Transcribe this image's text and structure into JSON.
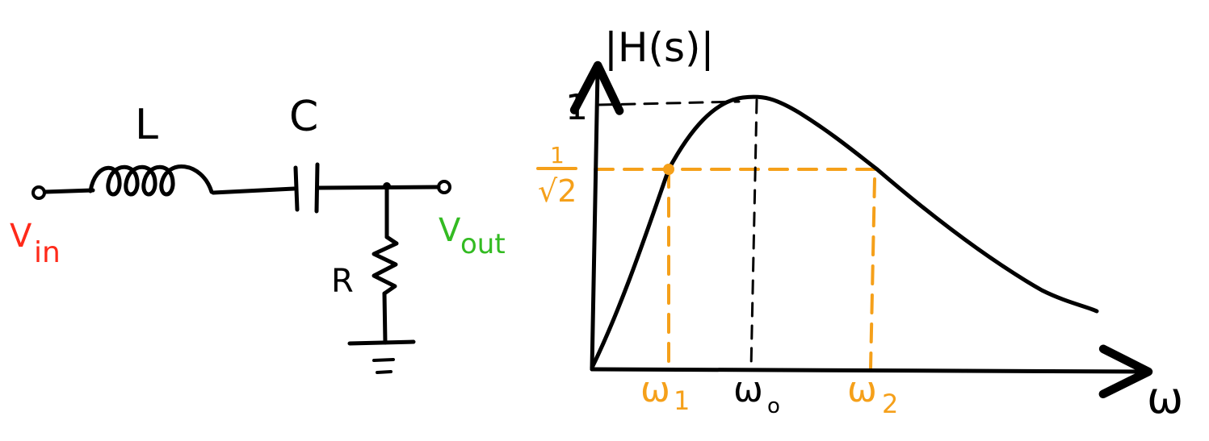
{
  "colors": {
    "ink": "#000000",
    "input": "#ff2a1a",
    "output": "#33bb22",
    "cutoff": "#f5a01a",
    "background": "#ffffff"
  },
  "circuit": {
    "inductor_label": "L",
    "capacitor_label": "C",
    "resistor_label": "R",
    "input_label": {
      "main": "V",
      "sub": "in"
    },
    "output_label": {
      "main": "V",
      "sub": "out"
    }
  },
  "plot": {
    "ylabel": "|H(s)|",
    "xlabel": "ω",
    "y_peak_label": "1",
    "y_cutoff_label": {
      "numerator": "1",
      "denominator": "√2"
    },
    "x_ticks": [
      {
        "main": "ω",
        "sub": "1"
      },
      {
        "main": "ω",
        "sub": "o"
      },
      {
        "main": "ω",
        "sub": "2"
      }
    ]
  }
}
